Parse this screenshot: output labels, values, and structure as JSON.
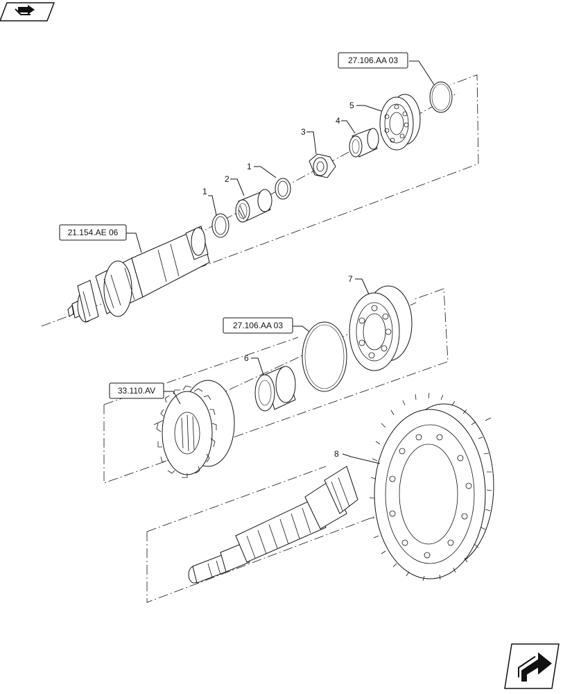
{
  "references": {
    "ref_top": "27.106.AA 03",
    "ref_shaft": "21.154.AE 06",
    "ref_middle": "27.106.AA 03",
    "ref_gear": "33.110.AV"
  },
  "callouts": {
    "c1a": "1",
    "c1b": "1",
    "c2": "2",
    "c3": "3",
    "c4": "4",
    "c5": "5",
    "c6": "6",
    "c7": "7",
    "c8": "8"
  },
  "icons": {
    "top_left": "book-arrow-icon",
    "bottom_right": "next-page-arrow-icon"
  }
}
